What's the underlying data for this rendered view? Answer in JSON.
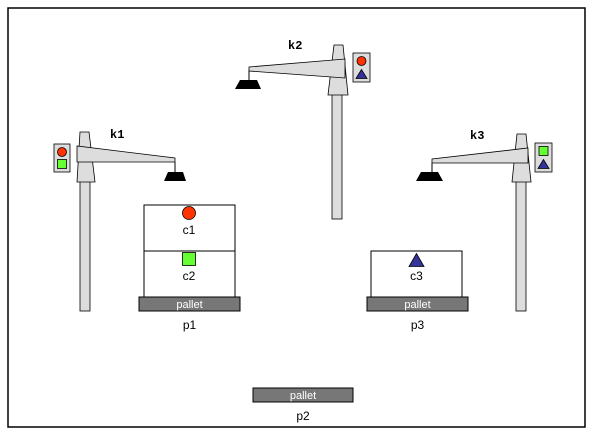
{
  "cranes": [
    {
      "id": "k1",
      "label": "k1",
      "panel_symbols": [
        "circle-red",
        "square-green"
      ]
    },
    {
      "id": "k2",
      "label": "k2",
      "panel_symbols": [
        "circle-red",
        "triangle-blue"
      ]
    },
    {
      "id": "k3",
      "label": "k3",
      "panel_symbols": [
        "square-green",
        "triangle-blue"
      ]
    }
  ],
  "pallets": [
    {
      "id": "p1",
      "label": "pallet",
      "name": "p1"
    },
    {
      "id": "p2",
      "label": "pallet",
      "name": "p2"
    },
    {
      "id": "p3",
      "label": "pallet",
      "name": "p3"
    }
  ],
  "containers": [
    {
      "id": "c1",
      "label": "c1",
      "symbol": "circle-red"
    },
    {
      "id": "c2",
      "label": "c2",
      "symbol": "square-green"
    },
    {
      "id": "c3",
      "label": "c3",
      "symbol": "triangle-blue"
    }
  ],
  "colors": {
    "red": "#ff3300",
    "green": "#66ff33",
    "blue": "#333399",
    "crane_fill": "#dddddd",
    "pallet_fill": "#777777",
    "hook": "#000000"
  }
}
